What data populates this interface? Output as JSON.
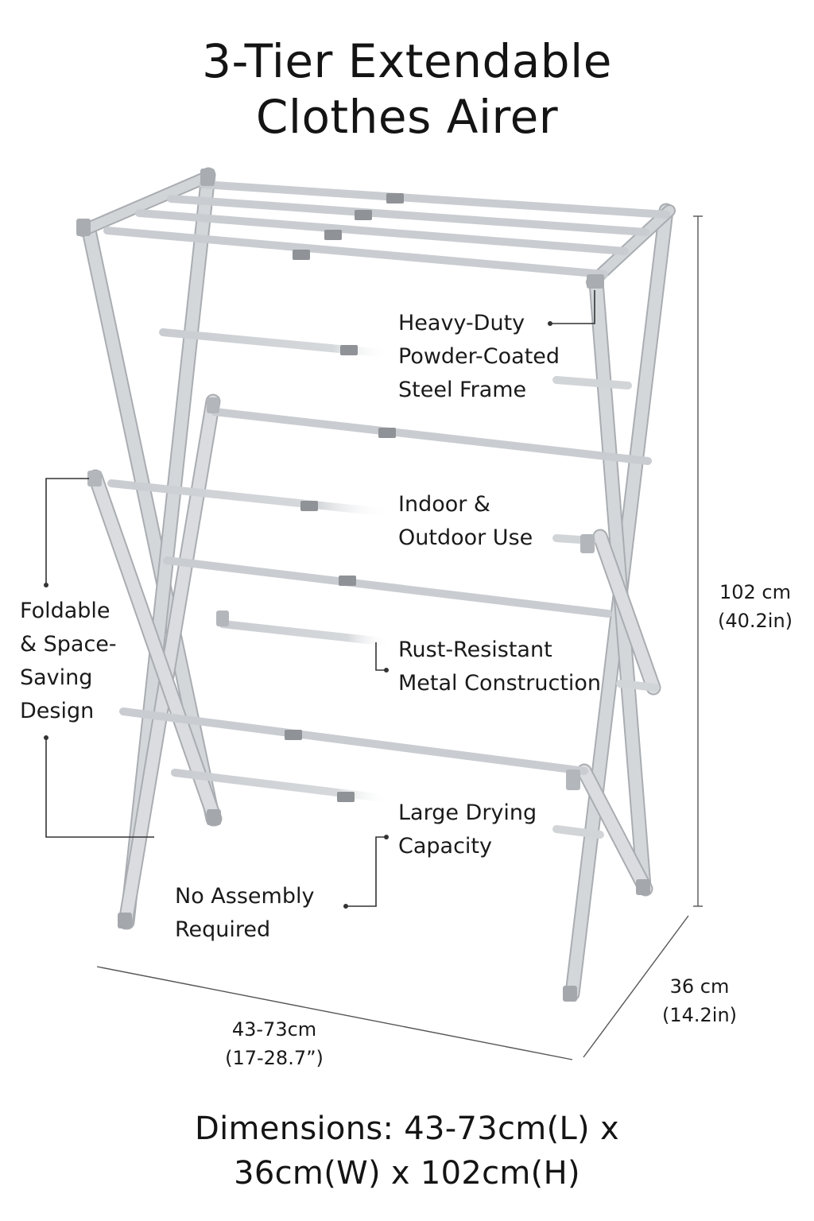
{
  "title": {
    "line1": "3-Tier Extendable",
    "line2": "Clothes Airer"
  },
  "features": {
    "frame": [
      "Heavy-Duty",
      "Powder-Coated",
      "Steel Frame"
    ],
    "use": [
      "Indoor &",
      "Outdoor Use"
    ],
    "rust": [
      "Rust-Resistant",
      "Metal Construction"
    ],
    "capacity": [
      "Large Drying",
      "Capacity"
    ],
    "assembly": [
      "No Assembly",
      "Required"
    ],
    "foldable": [
      "Foldable",
      "& Space-",
      "Saving",
      "Design"
    ]
  },
  "dimensions": {
    "height": [
      "102 cm",
      "(40.2in)"
    ],
    "depth": [
      "36 cm",
      "(14.2in)"
    ],
    "length": [
      "43-73cm",
      "(17-28.7”)"
    ]
  },
  "footer": {
    "line1": "Dimensions:  43-73cm(L) x",
    "line2": "36cm(W)  x  102cm(H)"
  },
  "colors": {
    "frame": "#cfd2d5",
    "frame_edge": "#a9adb1",
    "sleeve": "#8f9296",
    "callout_line": "#333333"
  }
}
